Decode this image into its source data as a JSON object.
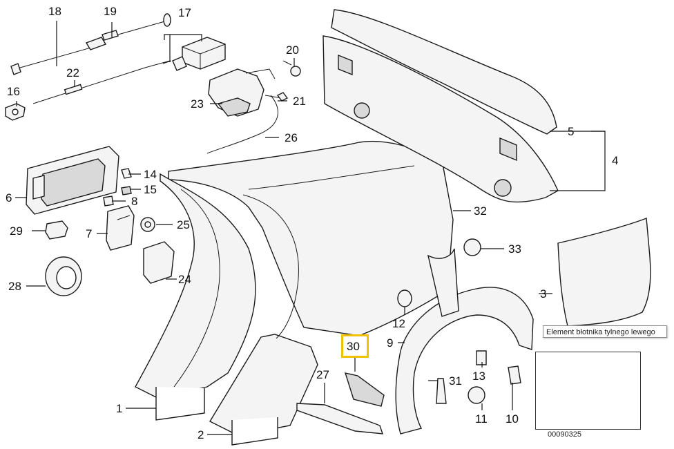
{
  "diagram": {
    "callouts": [
      "1",
      "2",
      "3",
      "4",
      "5",
      "6",
      "7",
      "8",
      "9",
      "10",
      "11",
      "12",
      "13",
      "14",
      "15",
      "16",
      "17",
      "18",
      "19",
      "20",
      "21",
      "22",
      "23",
      "24",
      "25",
      "26",
      "27",
      "28",
      "29",
      "30",
      "31",
      "32",
      "33"
    ],
    "highlighted_part": "30",
    "tooltip": "Element błotnika tylnego lewego",
    "inset_code": "00090325"
  }
}
